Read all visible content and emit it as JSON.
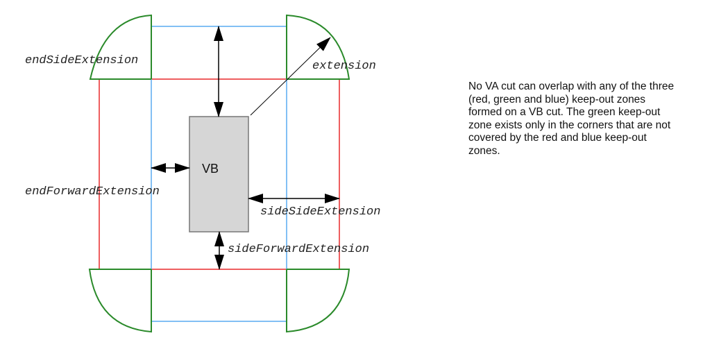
{
  "colors": {
    "red_zone": "#e8282a",
    "blue_zone": "#58aaf0",
    "green_zone": "#2a8a2a",
    "vb_fill": "#d6d6d6",
    "vb_stroke": "#777777",
    "arrow": "#000000"
  },
  "labels": {
    "vb": "VB",
    "end_side_extension": "endSideExtension",
    "extension": "extension",
    "end_forward_extension": "endForwardExtension",
    "side_side_extension": "sideSideExtension",
    "side_forward_extension": "sideForwardExtension"
  },
  "note": {
    "text": "No VA cut can overlap with any of the three (red, green and blue) keep-out zones formed on a VB cut. The green keep-out zone exists only in the corners that are not covered by the red and blue keep-out zones."
  }
}
